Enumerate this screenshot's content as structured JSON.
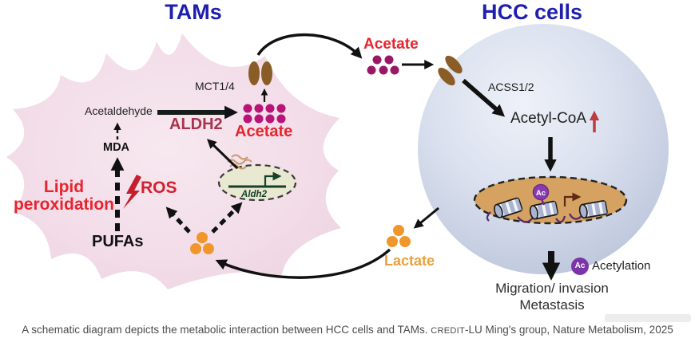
{
  "header": {
    "tam_title": "TAMs",
    "hcc_title": "HCC cells"
  },
  "tam": {
    "acetaldehyde_label": "Acetaldehyde",
    "aldh2_enzyme_label": "ALDH2",
    "acetate_label": "Acetate",
    "mct_label": "MCT1/4",
    "mda_label": "MDA",
    "lipid_line1": "Lipid",
    "lipid_line2": "peroxidation",
    "ros_label": "ROS",
    "pufas_label": "PUFAs",
    "aldh2_gene_label": "Aldh2"
  },
  "extracellular": {
    "acetate_label": "Acetate",
    "lactate_label": "Lactate"
  },
  "hcc": {
    "acss_label": "ACSS1/2",
    "acetyl_coa_label": "Acetyl-CoA",
    "nucleus_ac_mark": "Ac",
    "outcome_line1": "Migration/ invasion",
    "outcome_line2": "Metastasis"
  },
  "legend": {
    "ac_symbol": "Ac",
    "acetylation_label": "Acetylation"
  },
  "caption": {
    "text": "A schematic diagram depicts the metabolic interaction between HCC cells and TAMs. ",
    "credit_label": "CREDIT",
    "credit_text": "-LU Ming's group, Nature Metabolism, 2025"
  },
  "colors": {
    "title_blue": "#1f1fae",
    "red_text": "#e8242e",
    "maroon_text": "#a8344f",
    "orange_dots": "#f0962a",
    "magenta_dots": "#b81478",
    "dark_magenta_dots": "#9a1766",
    "purple_ac": "#7b35a8",
    "tam_pink": "#f3dfe9",
    "hcc_blue_gray": "#c9d2e4",
    "nucleus_tan": "#d5a262",
    "transporter_brown": "#8a5c26",
    "gene_green": "#15402a"
  }
}
